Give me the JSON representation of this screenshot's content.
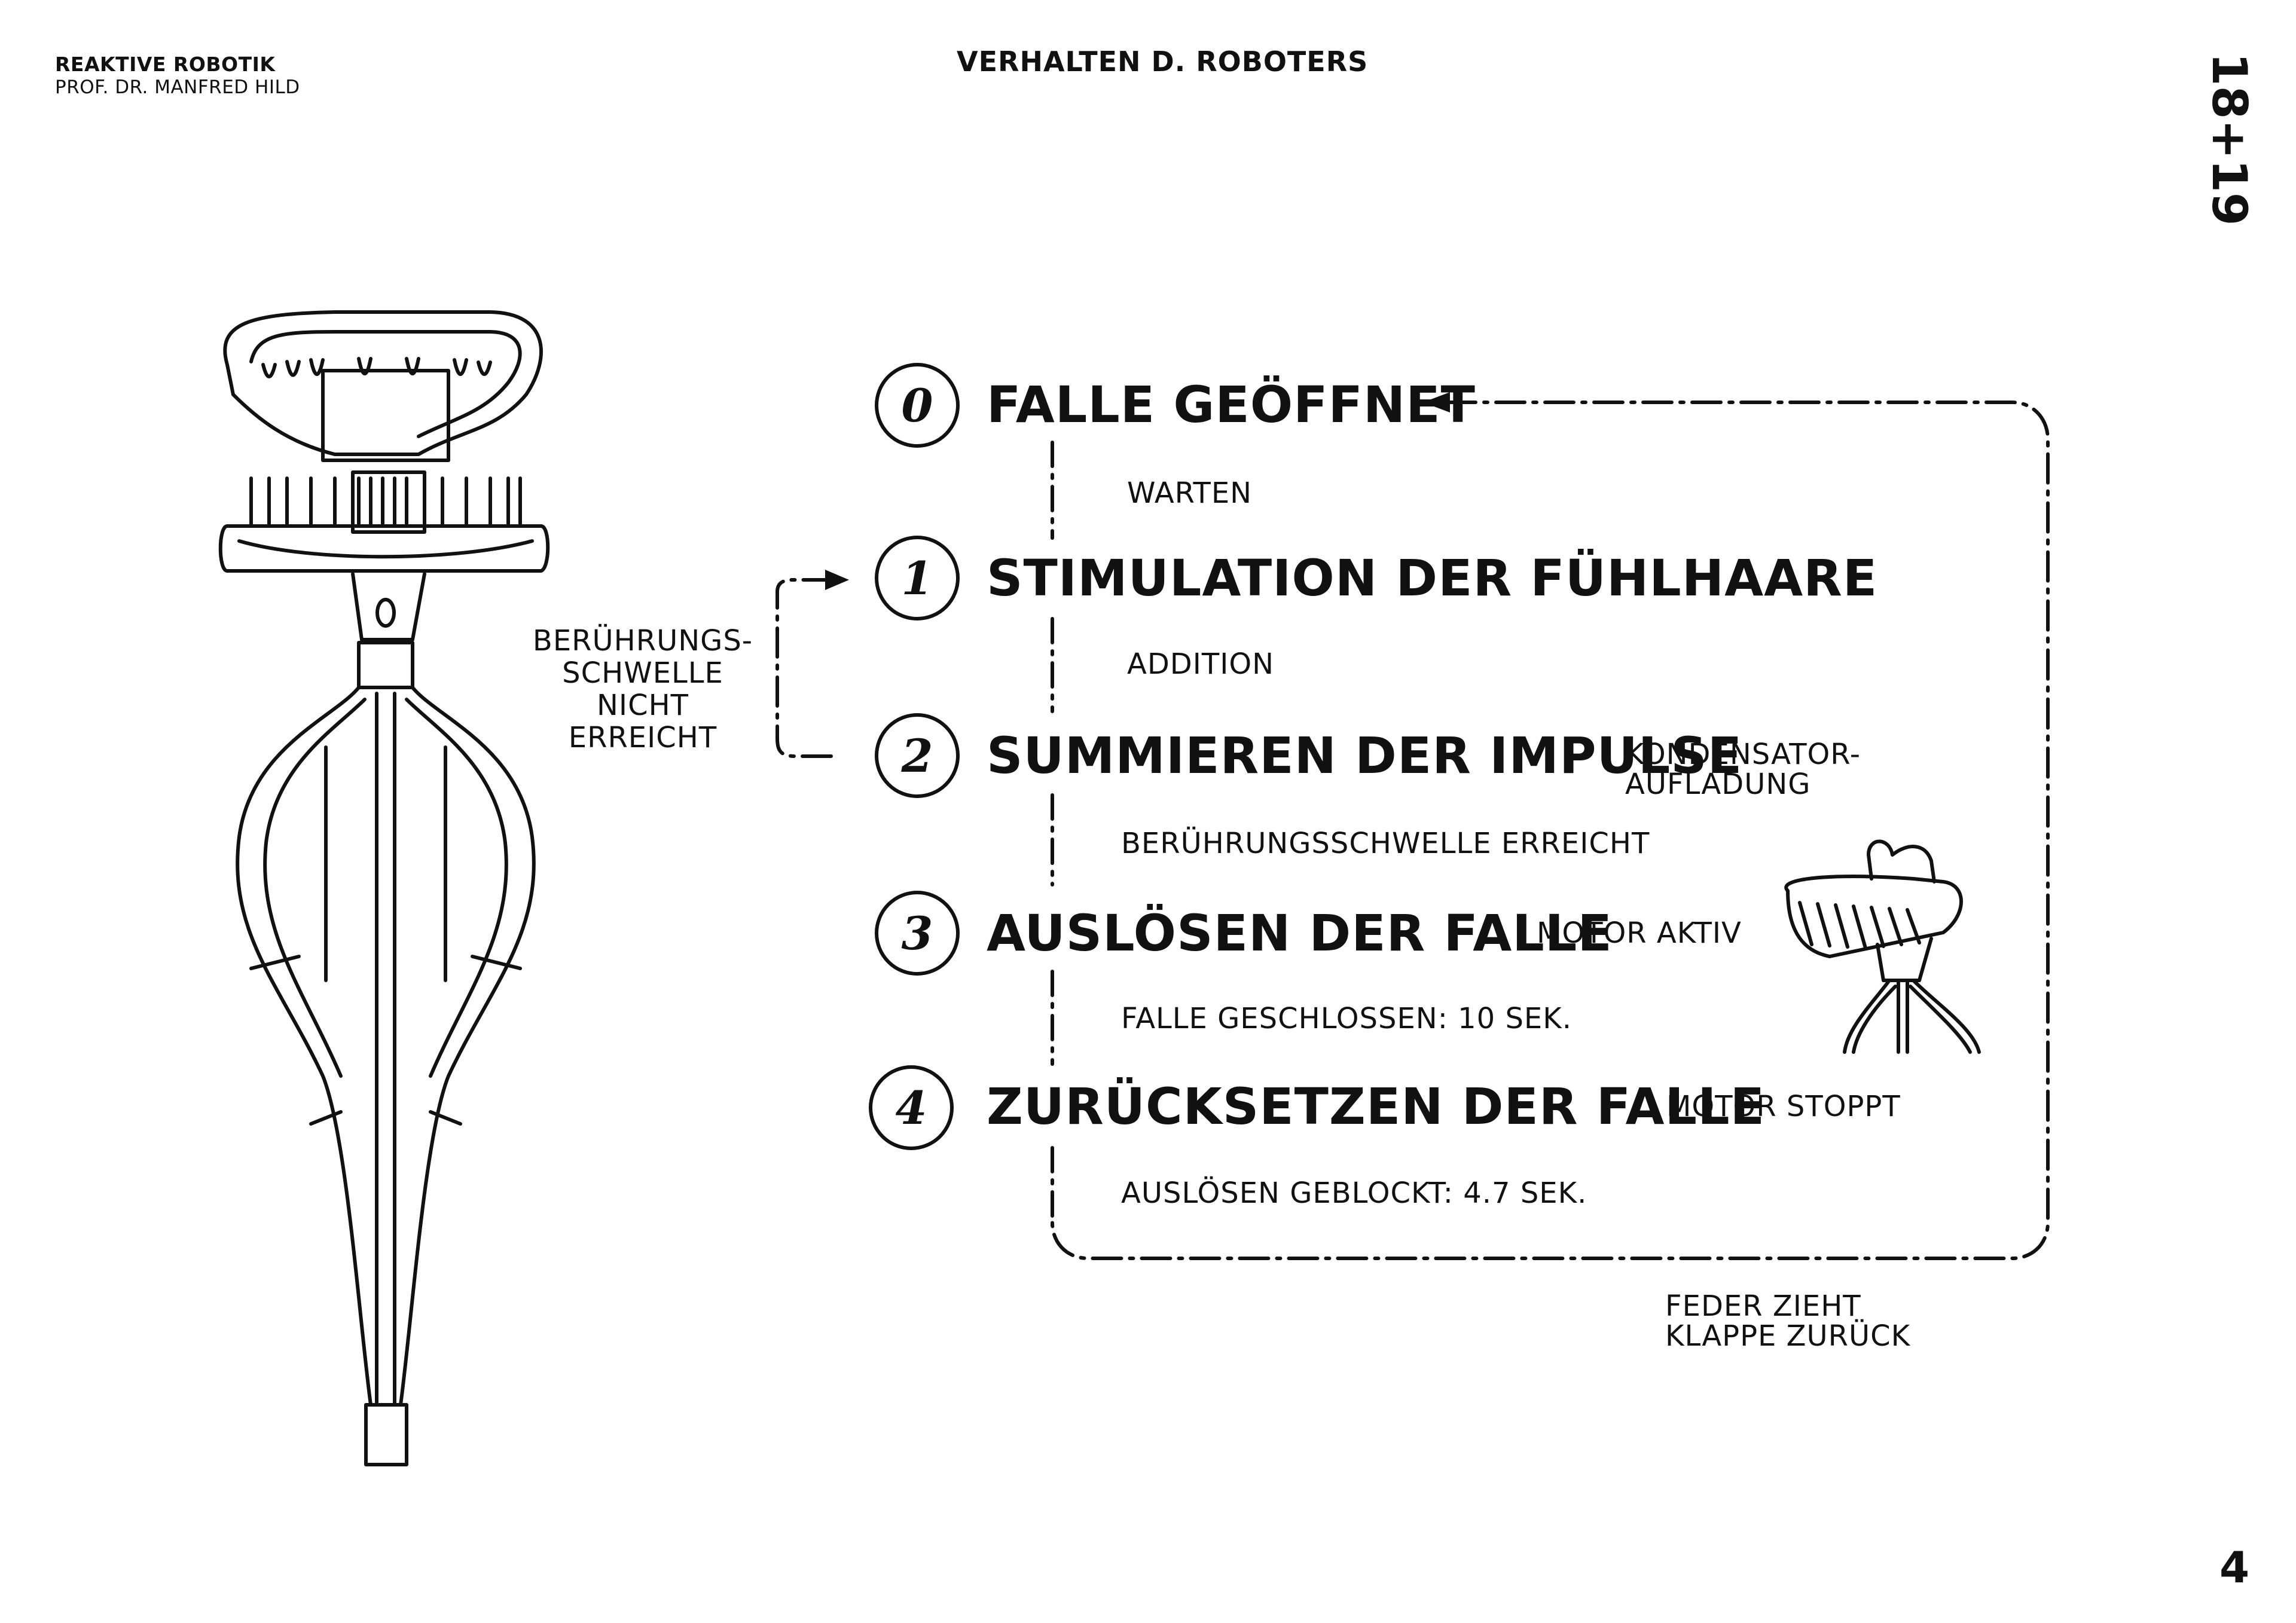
{
  "header": {
    "course": "REAKTIVE ROBOTIK",
    "professor": "PROF. DR. MANFRED HILD",
    "title": "VERHALTEN D. ROBOTERS",
    "side_code": "18+19",
    "page_number": "4"
  },
  "steps": [
    {
      "num": "0",
      "title": "FALLE GEÖFFNET",
      "side_note": "",
      "below_note": "WARTEN"
    },
    {
      "num": "1",
      "title": "STIMULATION DER FÜHLHAARE",
      "side_note": "",
      "below_note": "ADDITION"
    },
    {
      "num": "2",
      "title": "SUMMIEREN DER IMPULSE",
      "side_note_line1": "KONDENSATOR-",
      "side_note_line2": "AUFLADUNG",
      "below_note": "BERÜHRUNGSSCHWELLE ERREICHT"
    },
    {
      "num": "3",
      "title": "AUSLÖSEN DER FALLE",
      "side_note": "MOTOR AKTIV",
      "below_note": "FALLE GESCHLOSSEN: 10 SEK."
    },
    {
      "num": "4",
      "title": "ZURÜCKSETZEN DER FALLE",
      "side_note": "MOTOR STOPPT",
      "below_note": "AUSLÖSEN GEBLOCKT: 4.7 SEK."
    }
  ],
  "loop_note": {
    "line1": "BERÜHRUNGS-",
    "line2": "SCHWELLE",
    "line3": "NICHT ERREICHT"
  },
  "reset_note": {
    "line1": "FEDER ZIEHT",
    "line2": "KLAPPE ZURÜCK"
  },
  "colors": {
    "ink": "#111111",
    "background": "#ffffff"
  }
}
